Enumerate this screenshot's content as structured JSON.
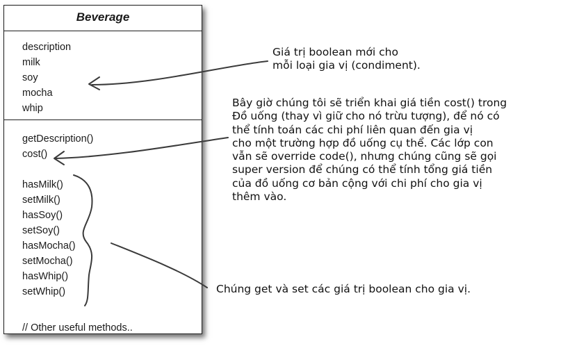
{
  "class_box": {
    "name": "Beverage",
    "attributes": [
      "description",
      "milk",
      "soy",
      "mocha",
      "whip"
    ],
    "methods_main": [
      "getDescription()",
      "cost()"
    ],
    "methods_condiments": [
      "hasMilk()",
      "setMilk()",
      "hasSoy()",
      "setSoy()",
      "hasMocha()",
      "setMocha()",
      "hasWhip()",
      "setWhip()"
    ],
    "comment": "// Other useful methods.."
  },
  "annotations": {
    "boolean_note": [
      "Giá trị boolean mới cho",
      "mỗi loại gia vị (condiment)."
    ],
    "cost_note": [
      "Bây giờ chúng tôi sẽ triển khai giá tiền cost() trong",
      "Đồ uống (thay vì giữ cho nó trừu tượng), để nó có",
      "thể tính toán các chi phí liên quan đến gia vị",
      "cho một trường hợp đồ uống cụ thể. Các lớp con",
      "vẫn sẽ override code(), nhưng chúng cũng sẽ gọi",
      "super version để chúng có thể tính tổng giá tiền",
      "của đồ uống cơ bản cộng với chi phí cho gia vị",
      "thêm vào."
    ],
    "getset_note": "Chúng get và set các giá trị boolean cho gia vị."
  },
  "colors": {
    "stroke": "#1e1e1e",
    "text": "#111111",
    "arrow": "#3a3a3a"
  }
}
